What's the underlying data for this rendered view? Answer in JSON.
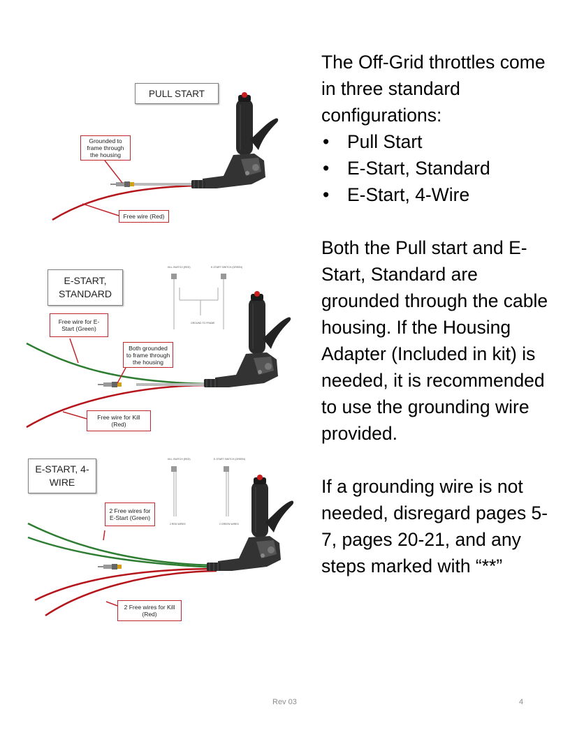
{
  "diagrams": {
    "pull_start": {
      "title": "PULL START",
      "callout_ground": "Grounded to frame through the housing",
      "callout_wire": "Free wire (Red)"
    },
    "estart_standard": {
      "title": "E-START, STANDARD",
      "callout_green": "Free wire for E-Start (Green)",
      "callout_ground": "Both grounded to frame through the housing",
      "callout_kill": "Free wire for Kill (Red)",
      "schematic_left": "KILL SWITCH (RED)",
      "schematic_right": "E-START SWITCH (GREEN)",
      "schematic_bottom": "GROUND TO FRAME"
    },
    "estart_4wire": {
      "title": "E-START, 4-WIRE",
      "callout_green": "2 Free wires for E-Start (Green)",
      "callout_kill": "2 Free wires for Kill (Red)",
      "schematic_left": "KILL SWITCH (RED)",
      "schematic_right": "E-START SWITCH (GREEN)",
      "schematic_left_bottom": "2 RED WIRES",
      "schematic_right_bottom": "2 GREEN WIRES"
    }
  },
  "text": {
    "intro": "The Off-Grid throttles come in three standard configurations:",
    "bullets": [
      "Pull Start",
      "E-Start, Standard",
      "E-Start, 4-Wire"
    ],
    "paragraph2": "Both the Pull start and E-Start, Standard are grounded through the cable housing. If the Housing Adapter (Included in kit) is needed, it is recommended to use the grounding wire provided.",
    "paragraph3": "If a grounding wire is not needed, disregard pages 5-7, pages 20-21, and any steps marked with “**”"
  },
  "footer": {
    "revision": "Rev 03",
    "page_number": "4"
  },
  "colors": {
    "red_wire": "#b5151b",
    "green_wire": "#2e7d32",
    "callout_border": "#c0272d",
    "throttle_body": "#2b2b2b"
  }
}
